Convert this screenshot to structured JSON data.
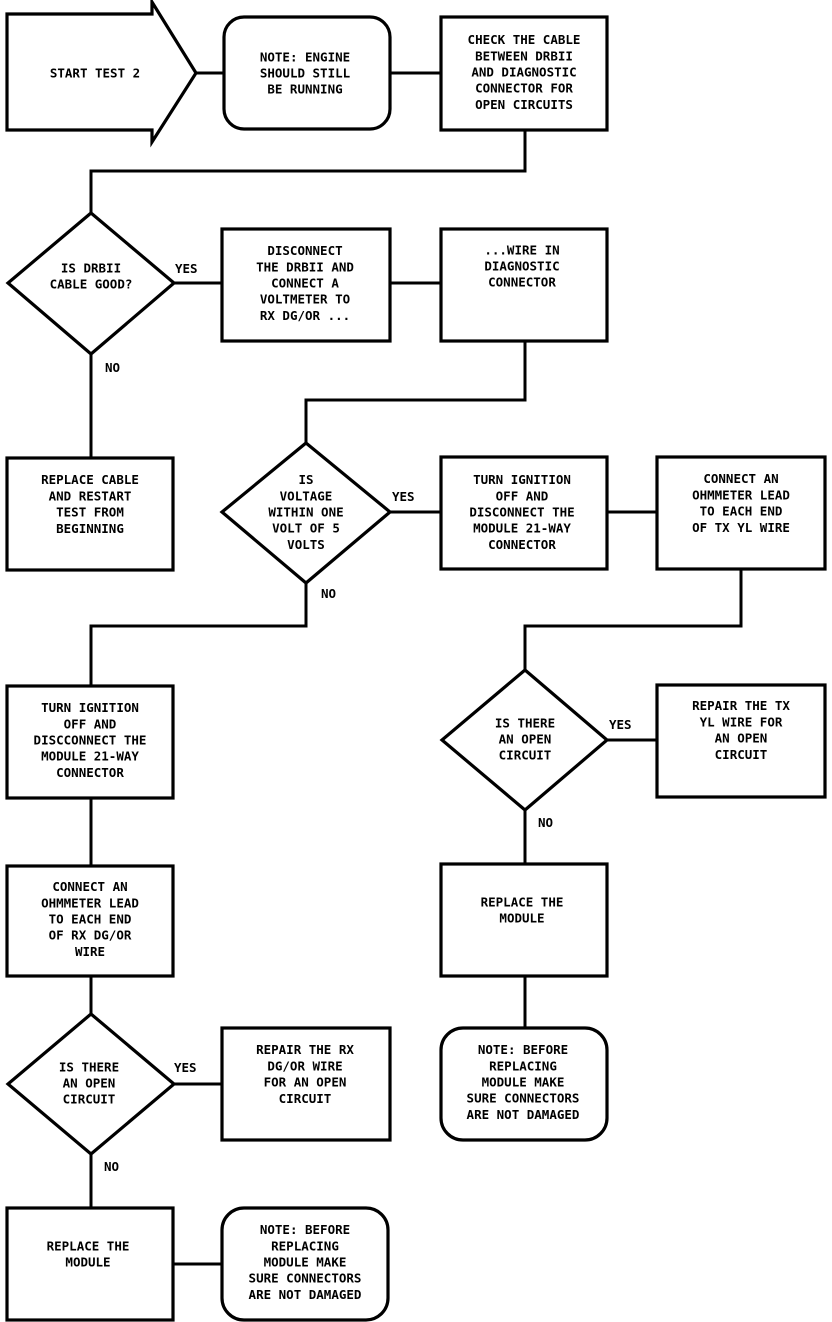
{
  "nodes": {
    "start": {
      "lines": [
        "START TEST 2"
      ]
    },
    "note_engine": {
      "lines": [
        "NOTE: ENGINE",
        "SHOULD STILL",
        "BE RUNNING"
      ]
    },
    "check_cable": {
      "lines": [
        "CHECK THE CABLE",
        "BETWEEN DRBII",
        "AND DIAGNOSTIC",
        "CONNECTOR FOR",
        "OPEN CIRCUITS"
      ]
    },
    "is_cable_good": {
      "lines": [
        "IS DRBII",
        "CABLE GOOD?"
      ]
    },
    "disconnect_drb": {
      "lines": [
        "DISCONNECT",
        "THE DRBII AND",
        "CONNECT A",
        "VOLTMETER TO",
        "RX DG/OR ..."
      ]
    },
    "wire_in_diag": {
      "lines": [
        "...WIRE IN",
        "DIAGNOSTIC",
        "CONNECTOR"
      ]
    },
    "replace_cable": {
      "lines": [
        "REPLACE CABLE",
        "AND RESTART",
        "TEST FROM",
        "BEGINNING"
      ]
    },
    "is_voltage": {
      "lines": [
        "IS",
        "VOLTAGE",
        "WITHIN ONE",
        "VOLT OF 5",
        "VOLTS"
      ]
    },
    "turn_off_right": {
      "lines": [
        "TURN IGNITION",
        "OFF AND",
        "DISCONNECT THE",
        "MODULE 21-WAY",
        "CONNECTOR"
      ]
    },
    "ohm_tx": {
      "lines": [
        "CONNECT AN",
        "OHMMETER LEAD",
        "TO EACH END",
        "OF TX YL WIRE"
      ]
    },
    "turn_off_left": {
      "lines": [
        "TURN IGNITION",
        "OFF AND",
        "DISCCONNECT THE",
        "MODULE 21-WAY",
        "CONNECTOR"
      ]
    },
    "ohm_rx": {
      "lines": [
        "CONNECT AN",
        "OHMMETER LEAD",
        "TO EACH END",
        "OF RX DG/OR",
        "WIRE"
      ]
    },
    "is_open_left": {
      "lines": [
        "IS THERE",
        "AN OPEN",
        "CIRCUIT"
      ]
    },
    "repair_rx": {
      "lines": [
        "REPAIR THE RX",
        "DG/OR WIRE",
        "FOR AN OPEN",
        "CIRCUIT"
      ]
    },
    "replace_left": {
      "lines": [
        "REPLACE THE",
        "MODULE"
      ]
    },
    "note_left": {
      "lines": [
        "NOTE: BEFORE",
        "REPLACING",
        "MODULE MAKE",
        "SURE CONNECTORS",
        "ARE NOT DAMAGED"
      ]
    },
    "is_open_right": {
      "lines": [
        "IS THERE",
        "AN OPEN",
        "CIRCUIT"
      ]
    },
    "repair_tx": {
      "lines": [
        "REPAIR THE TX",
        "YL WIRE FOR",
        "AN OPEN",
        "CIRCUIT"
      ]
    },
    "replace_right": {
      "lines": [
        "REPLACE THE",
        "MODULE"
      ]
    },
    "note_right": {
      "lines": [
        "NOTE: BEFORE",
        "REPLACING",
        "MODULE MAKE",
        "SURE CONNECTORS",
        "ARE NOT DAMAGED"
      ]
    }
  },
  "edge_labels": {
    "cable_yes": "YES",
    "cable_no": "NO",
    "voltage_yes": "YES",
    "voltage_no": "NO",
    "open_left_yes": "YES",
    "open_left_no": "NO",
    "open_right_yes": "YES",
    "open_right_no": "NO"
  }
}
